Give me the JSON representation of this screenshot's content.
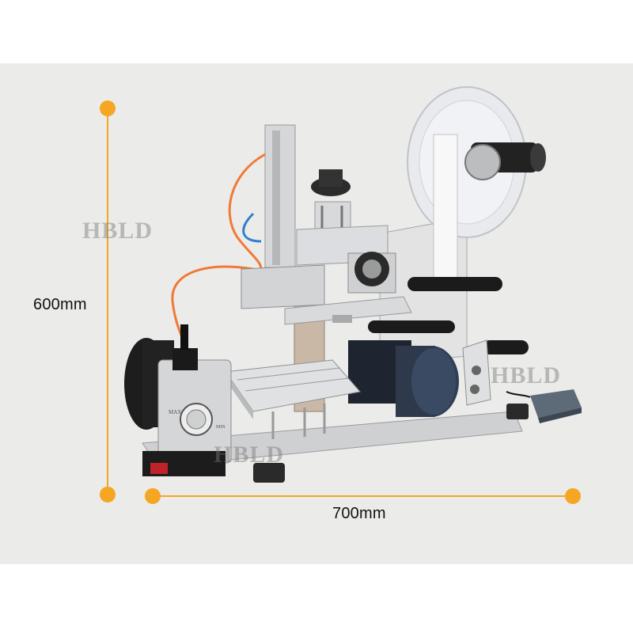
{
  "dimensions": {
    "height_label": "600mm",
    "width_label": "700mm",
    "marker_color": "#f5a623"
  },
  "watermark": {
    "text": "HBLD"
  },
  "product": {
    "pump_label_max": "MAX",
    "pump_label_min": "MIN"
  },
  "colors": {
    "background": "#ebebea",
    "machine_metal": "#d9dadc",
    "motor": "#2e3a4c",
    "air_tube": "#f07a35",
    "roller": "#1b1b1b"
  }
}
